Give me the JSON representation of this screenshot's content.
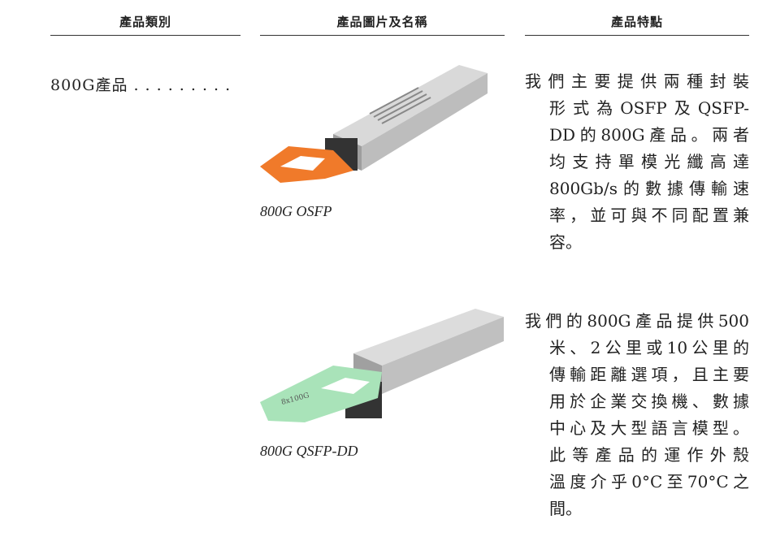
{
  "headers": {
    "category": "產品類別",
    "image_name": "產品圖片及名稱",
    "features": "產品特點"
  },
  "category": "800G產品 . . . . . . . . .",
  "products": [
    {
      "name": "800G OSFP",
      "tab_color": "#f07a2a",
      "lines": [
        "我們主要提供兩種封裝",
        "形式為OSFP及QSFP-",
        "DD的800G產品。兩者",
        "均支持單模光纖高達",
        "800Gb/s的數據傳輸速",
        "率，並可與不同配置兼",
        "容。"
      ]
    },
    {
      "name": "800G QSFP-DD",
      "tab_color": "#a9e3b9",
      "tab_label": "8x100G",
      "lines": [
        "我們的800G產品提供500",
        "米、2公里或10公里的",
        "傳輸距離選項，且主要",
        "用於企業交換機、數據",
        "中心及大型語言模型。",
        "此等產品的運作外殼",
        "溫度介乎0°C至70°C之",
        "間。"
      ]
    }
  ]
}
